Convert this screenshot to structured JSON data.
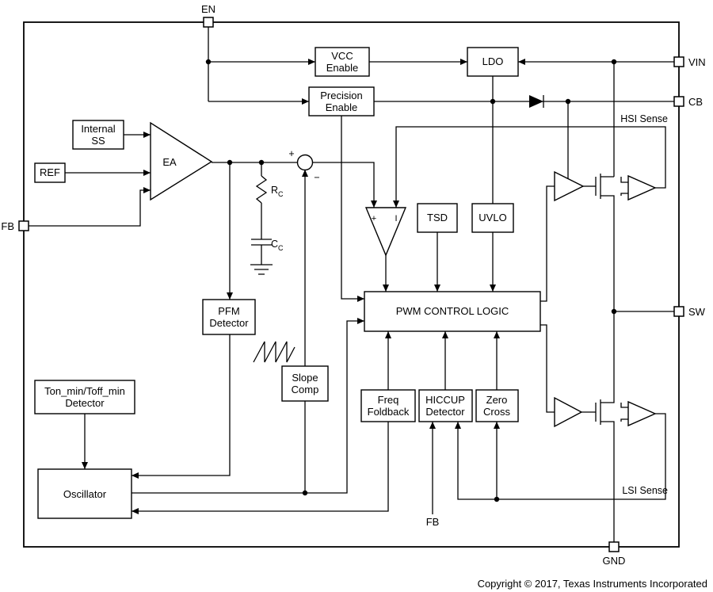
{
  "pins": {
    "en": "EN",
    "vin": "VIN",
    "cb": "CB",
    "sw": "SW",
    "fb": "FB",
    "gnd": "GND",
    "fb_bottom": "FB"
  },
  "blocks": {
    "vcc_enable": [
      "VCC",
      "Enable"
    ],
    "ldo": "LDO",
    "precision_enable": [
      "Precision",
      "Enable"
    ],
    "internal_ss": [
      "Internal",
      "SS"
    ],
    "ref": "REF",
    "ea": "EA",
    "pfm_detector": [
      "PFM",
      "Detector"
    ],
    "slope_comp": [
      "Slope",
      "Comp"
    ],
    "tsd": "TSD",
    "uvlo": "UVLO",
    "pwm_control_logic": "PWM CONTROL LOGIC",
    "freq_foldback": [
      "Freq",
      "Foldback"
    ],
    "hiccup_detector": [
      "HICCUP",
      "Detector"
    ],
    "zero_cross": [
      "Zero",
      "Cross"
    ],
    "ton_toff_detector": [
      "Ton_min/Toff_min",
      "Detector"
    ],
    "oscillator": "Oscillator"
  },
  "net_labels": {
    "hsi_sense": "HSI Sense",
    "lsi_sense": "LSI Sense"
  },
  "component_labels": {
    "rc_main": "R",
    "rc_sub": "C",
    "cc_main": "C",
    "cc_sub": "C",
    "sum_plus": "+",
    "sum_minus": "−",
    "comp_plus": "+",
    "comp_current": "I"
  },
  "footer": "Copyright © 2017, Texas Instruments Incorporated"
}
